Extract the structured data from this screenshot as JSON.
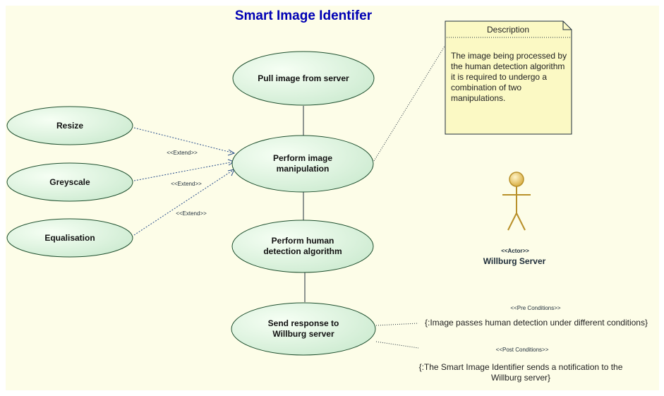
{
  "title": "Smart Image Identifer",
  "colors": {
    "background": "#fdfde8",
    "title": "#0000b4",
    "ellipse_fill_light": "#f6fff4",
    "ellipse_fill_dark": "#cdebd1",
    "ellipse_stroke": "#1e4f2e",
    "note_fill": "#fbf9c4",
    "actor_fill": "#e8c76a",
    "actor_stroke": "#b8902a",
    "line": "#1e2d3a"
  },
  "use_cases": {
    "pull_image": "Pull image from server",
    "perform_manipulation_line1": "Perform image",
    "perform_manipulation_line2": "manipulation",
    "human_detection_line1": "Perform human",
    "human_detection_line2": "detection algorithm",
    "send_response_line1": "Send response to",
    "send_response_line2": "Willburg server",
    "resize": "Resize",
    "greyscale": "Greyscale",
    "equalisation": "Equalisation"
  },
  "extend_labels": [
    "<<Extend>>",
    "<<Extend>>",
    "<<Extend>>"
  ],
  "note": {
    "header": "Description",
    "body": "The image being processed by the human detection algorithm it is required to undergo a combination of two manipulations."
  },
  "actor": {
    "stereotype": "<<Actor>>",
    "name": "Willburg Server",
    "icon": "stick-figure-actor-icon"
  },
  "pre_conditions": {
    "stereotype": "<<Pre Conditions>>",
    "text": "{:Image passes human detection under different conditions}"
  },
  "post_conditions": {
    "stereotype": "<<Post Conditions>>",
    "text_line1": "{:The Smart Image Identifier sends a notification to the",
    "text_line2": "Willburg server}"
  }
}
